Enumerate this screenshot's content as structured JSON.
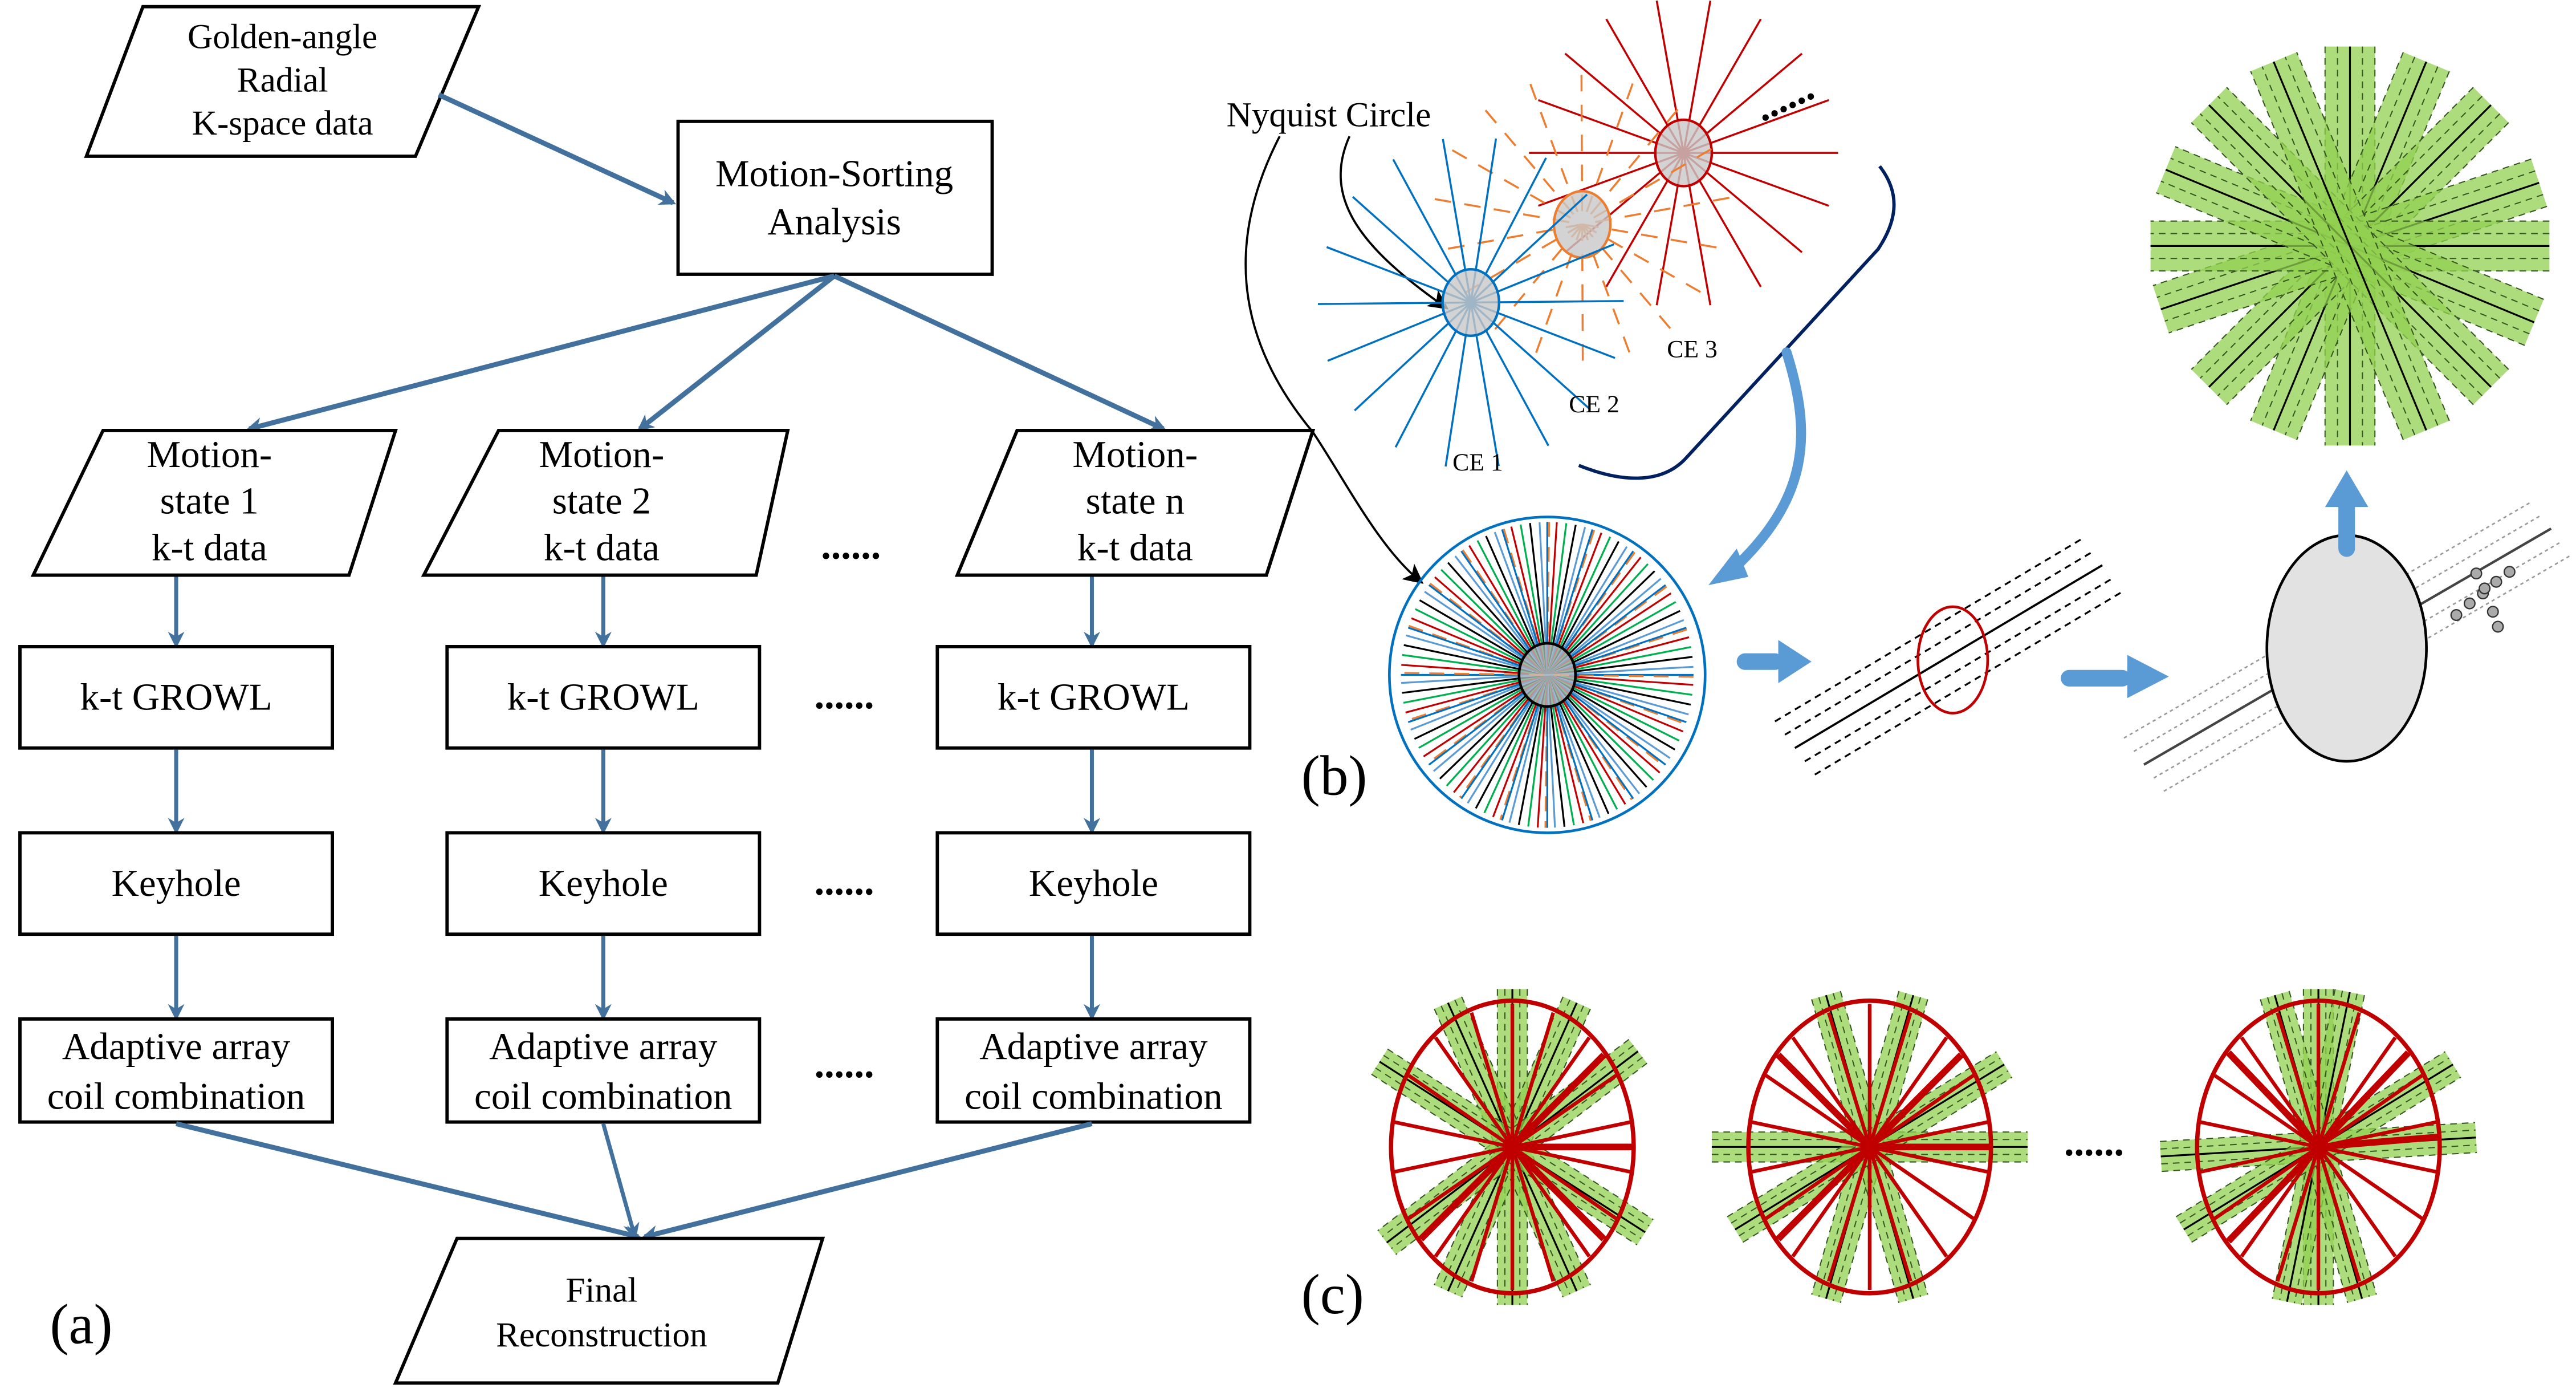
{
  "figure": {
    "panel_labels": {
      "a": "(a)",
      "b": "(b)",
      "c": "(c)"
    },
    "colors": {
      "flow_arrow": "#41719c",
      "big_arrow": "#5b9bd5",
      "ce1": "#0070c0",
      "ce1_light": "#5b9bd5",
      "ce2": "#ed7d31",
      "ce3": "#c00000",
      "green_line": "#00b050",
      "band_fill": "#92d050",
      "bracket": "#002060",
      "nyquist_fill": "#c8c8c8"
    }
  },
  "flowchart": {
    "input": {
      "lines": [
        "Golden-angle",
        "Radial",
        "K-space data"
      ]
    },
    "sorting": {
      "lines": [
        "Motion-Sorting",
        "Analysis"
      ]
    },
    "ellipsis": "......",
    "columns": [
      {
        "state": [
          "Motion-",
          "state 1",
          "k-t data"
        ],
        "growl": "k-t GROWL",
        "keyhole": "Keyhole",
        "coil": [
          "Adaptive array",
          "coil combination"
        ]
      },
      {
        "state": [
          "Motion-",
          "state 2",
          "k-t data"
        ],
        "growl": "k-t GROWL",
        "keyhole": "Keyhole",
        "coil": [
          "Adaptive array",
          "coil combination"
        ]
      },
      {
        "state": [
          "Motion-",
          "state n",
          "k-t data"
        ],
        "growl": "k-t GROWL",
        "keyhole": "Keyhole",
        "coil": [
          "Adaptive array",
          "coil combination"
        ]
      }
    ],
    "final": {
      "lines": [
        "Final",
        "Reconstruction"
      ]
    }
  },
  "panel_b": {
    "nyquist_label": "Nyquist Circle",
    "ce_labels": [
      "CE 1",
      "CE 2",
      "CE 3"
    ],
    "ellipsis": "......"
  },
  "panel_c": {
    "ellipsis": "......",
    "wheel_count_shown": 3
  }
}
